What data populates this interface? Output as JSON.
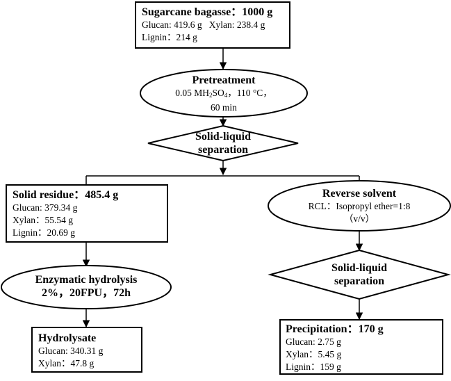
{
  "bagasse": {
    "title_name": "Sugarcane bagasse",
    "title_sep": "：",
    "title_value": "1000 g",
    "glucan": "Glucan: 419.6 g",
    "xylan": "Xylan:  238.4 g",
    "lignin": "Lignin：214  g"
  },
  "pretreatment": {
    "title": "Pretreatment",
    "cond_pre": "0.05 MH",
    "cond_sub1": "2",
    "cond_mid": "SO",
    "cond_sub2": "4",
    "cond_post": "，110 °C，",
    "time": "60 min"
  },
  "separation_1": {
    "line1": "Solid-liquid",
    "line2": "separation"
  },
  "solid_residue": {
    "title_name": "Solid residue",
    "title_sep": "：",
    "title_value": "485.4 g",
    "glucan": "Glucan: 379.34 g",
    "xylan": "Xylan：55.54  g",
    "lignin": "Lignin：20.69  g"
  },
  "reverse_solvent": {
    "title": "Reverse solvent",
    "ratio": "RCL：Isopropyl ether=1:8",
    "unit": "（v/v）"
  },
  "enzymatic": {
    "title": "Enzymatic hydrolysis",
    "conditions": "2%，20FPU，72h"
  },
  "separation_2": {
    "line1": "Solid-liquid",
    "line2": "separation"
  },
  "hydrolysate": {
    "title": "Hydrolysate",
    "glucan": "Glucan: 340.31 g",
    "xylan": "Xylan：47.8  g"
  },
  "precipitation": {
    "title_name": "Precipitation",
    "title_sep": "：",
    "title_value": "170 g",
    "glucan": "Glucan: 2.75 g",
    "xylan": "Xylan：5.45 g",
    "lignin": "Lignin：159  g"
  }
}
